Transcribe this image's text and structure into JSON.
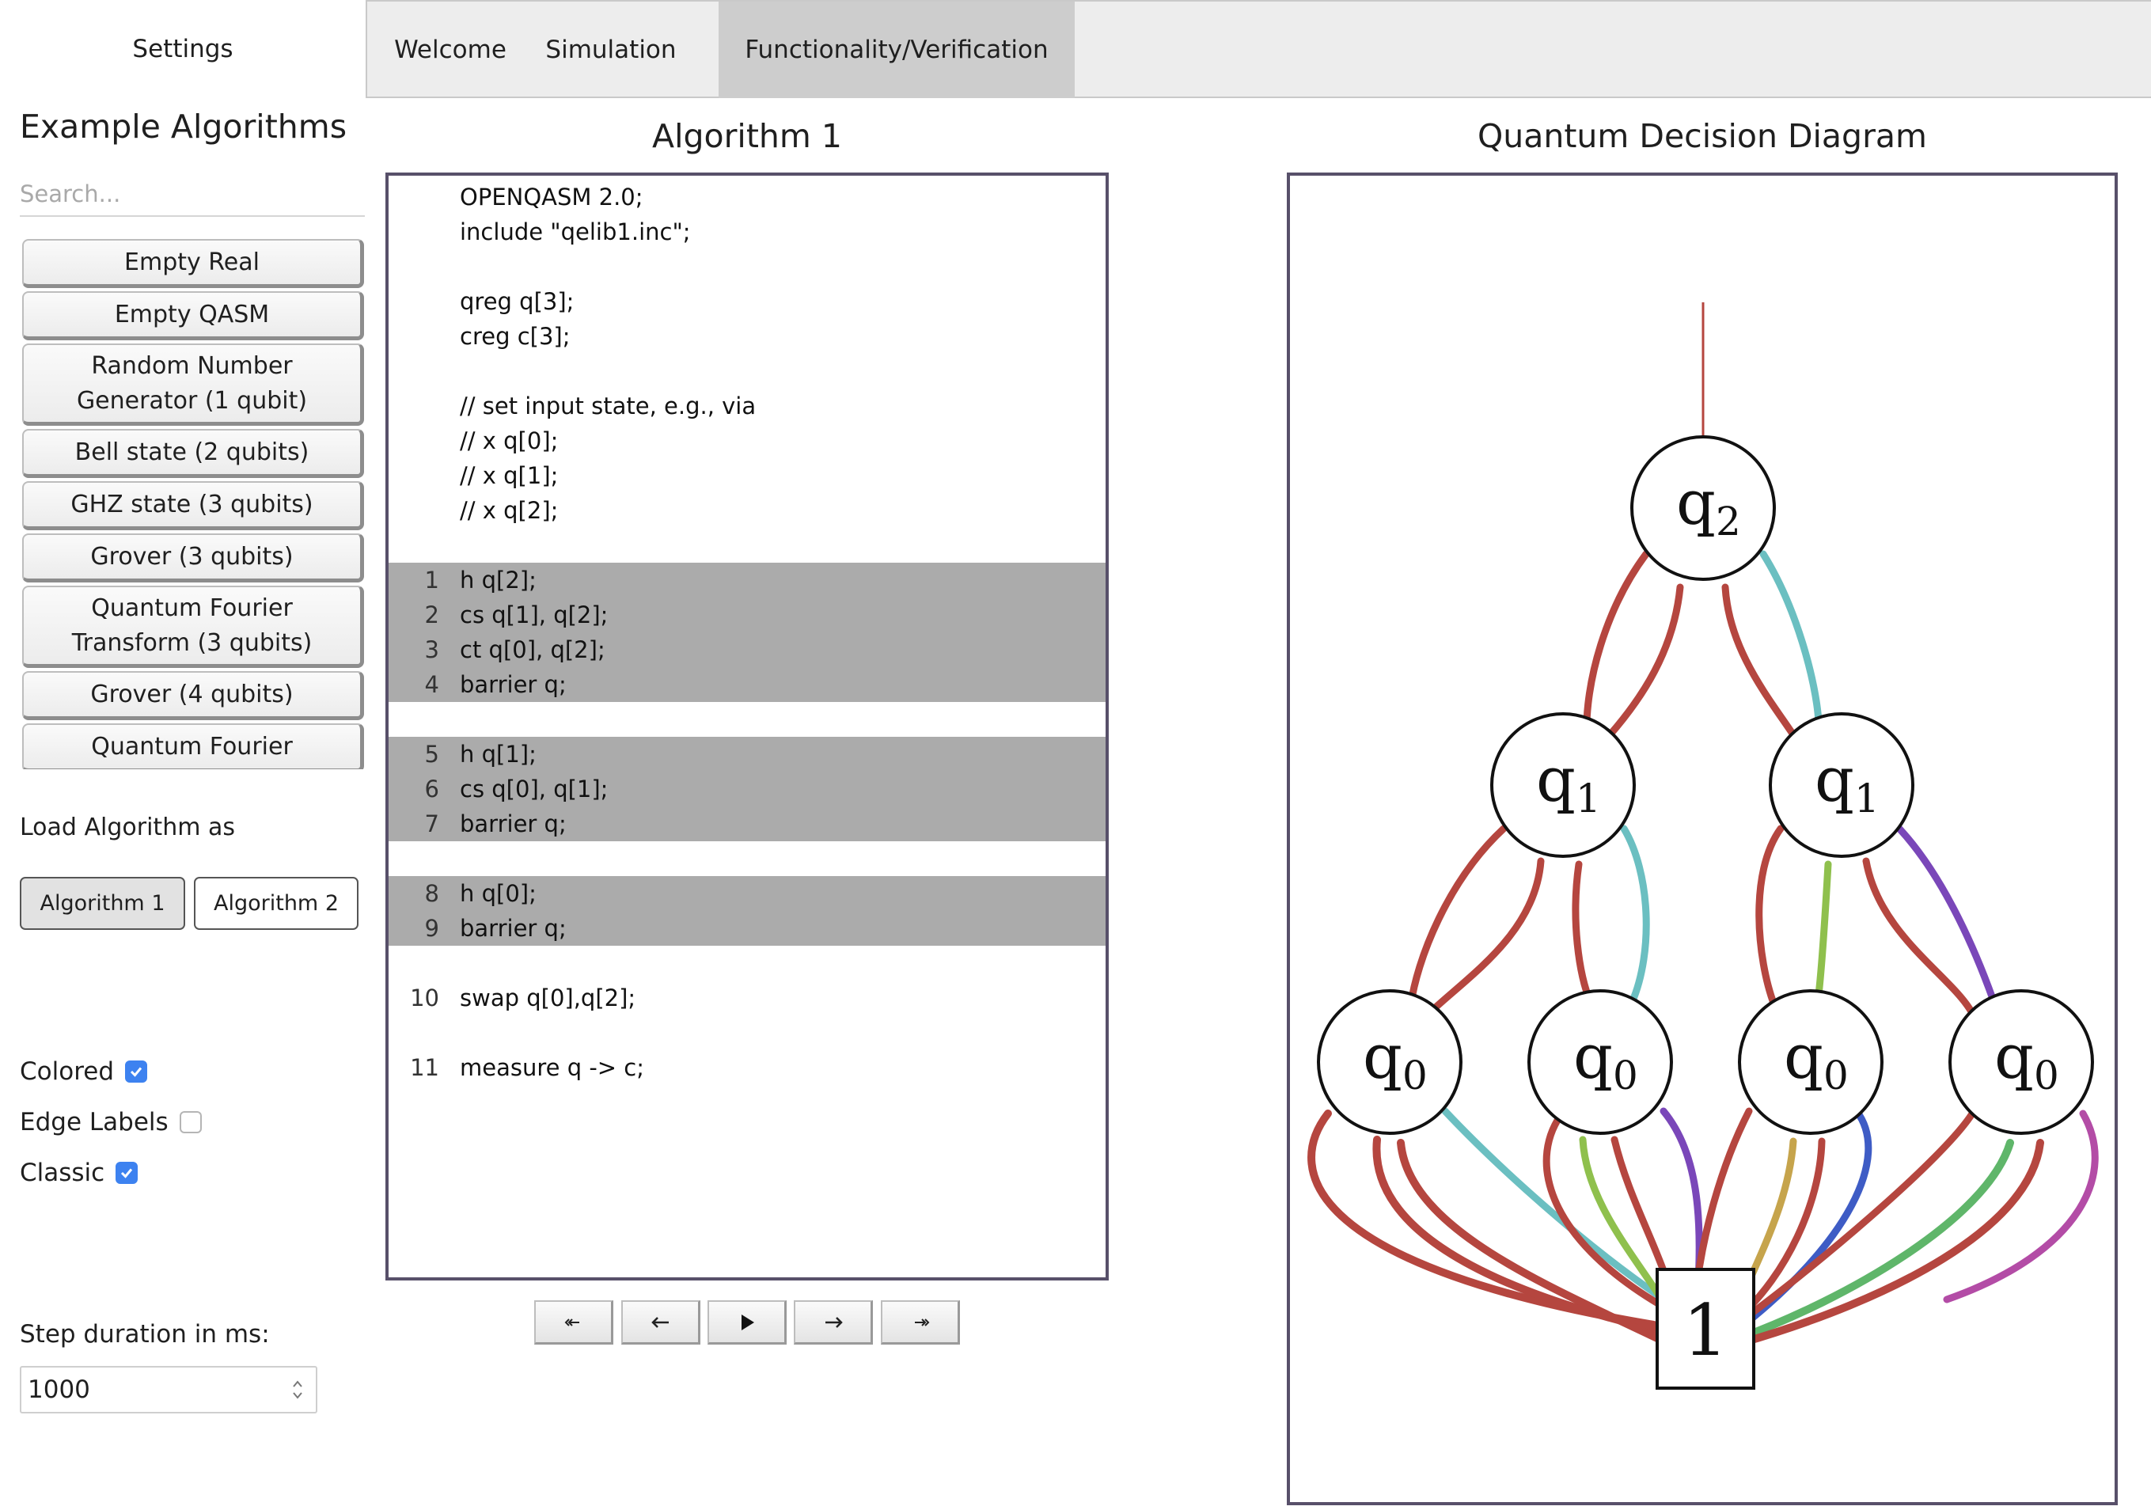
{
  "tabs": {
    "settings": "Settings",
    "welcome": "Welcome",
    "simulation": "Simulation",
    "functionality": "Functionality/Verification"
  },
  "sidebar": {
    "title": "Example Algorithms",
    "search_placeholder": "Search...",
    "algorithms": [
      "Empty Real",
      "Empty QASM",
      "Random Number Generator (1 qubit)",
      "Bell state (2 qubits)",
      "GHZ state (3 qubits)",
      "Grover (3 qubits)",
      "Quantum Fourier Transform (3 qubits)",
      "Grover (4 qubits)",
      "Quantum Fourier"
    ],
    "load_label": "Load Algorithm as",
    "load_options": [
      "Algorithm 1",
      "Algorithm 2"
    ],
    "options": {
      "colored": {
        "label": "Colored",
        "checked": true
      },
      "edge_labels": {
        "label": "Edge Labels",
        "checked": false
      },
      "classic": {
        "label": "Classic",
        "checked": true
      }
    },
    "step_duration_label": "Step duration in ms:",
    "step_duration_value": "1000"
  },
  "code_panel": {
    "title": "Algorithm 1",
    "lines": [
      {
        "num": "",
        "text": "OPENQASM 2.0;",
        "highlight": false
      },
      {
        "num": "",
        "text": "include \"qelib1.inc\";",
        "highlight": false
      },
      {
        "num": "",
        "text": "",
        "highlight": false
      },
      {
        "num": "",
        "text": "qreg q[3];",
        "highlight": false
      },
      {
        "num": "",
        "text": "creg c[3];",
        "highlight": false
      },
      {
        "num": "",
        "text": "",
        "highlight": false
      },
      {
        "num": "",
        "text": "// set input state, e.g., via",
        "highlight": false
      },
      {
        "num": "",
        "text": "// x q[0];",
        "highlight": false
      },
      {
        "num": "",
        "text": "// x q[1];",
        "highlight": false
      },
      {
        "num": "",
        "text": "// x q[2];",
        "highlight": false
      },
      {
        "num": "",
        "text": "",
        "highlight": false
      },
      {
        "num": "1",
        "text": "h q[2];",
        "highlight": true
      },
      {
        "num": "2",
        "text": "cs q[1], q[2];",
        "highlight": true
      },
      {
        "num": "3",
        "text": "ct q[0], q[2];",
        "highlight": true
      },
      {
        "num": "4",
        "text": "barrier q;",
        "highlight": true
      },
      {
        "num": "",
        "text": "",
        "highlight": false
      },
      {
        "num": "5",
        "text": "h q[1];",
        "highlight": true
      },
      {
        "num": "6",
        "text": "cs q[0], q[1];",
        "highlight": true
      },
      {
        "num": "7",
        "text": "barrier q;",
        "highlight": true
      },
      {
        "num": "",
        "text": "",
        "highlight": false
      },
      {
        "num": "8",
        "text": "h q[0];",
        "highlight": true
      },
      {
        "num": "9",
        "text": "barrier q;",
        "highlight": true
      },
      {
        "num": "",
        "text": "",
        "highlight": false
      },
      {
        "num": "10",
        "text": "swap q[0],q[2];",
        "highlight": false
      },
      {
        "num": "",
        "text": "",
        "highlight": false
      },
      {
        "num": "11",
        "text": "measure q -> c;",
        "highlight": false
      }
    ],
    "navigation": [
      "to-start",
      "step-back",
      "play",
      "step-forward",
      "to-end"
    ]
  },
  "diagram_panel": {
    "title": "Quantum Decision Diagram",
    "nodes": {
      "root": {
        "var": "q",
        "sub": "2"
      },
      "level1": [
        {
          "var": "q",
          "sub": "1"
        },
        {
          "var": "q",
          "sub": "1"
        }
      ],
      "level0": [
        {
          "var": "q",
          "sub": "0"
        },
        {
          "var": "q",
          "sub": "0"
        },
        {
          "var": "q",
          "sub": "0"
        },
        {
          "var": "q",
          "sub": "0"
        }
      ],
      "terminal": "1"
    },
    "colors": {
      "red": "#b5463f",
      "cyan": "#6bbfc1",
      "green": "#8fc04d",
      "green2": "#5fb66a",
      "purple": "#7a47b9",
      "blue": "#3e5cc5",
      "olive": "#c6a44c",
      "magenta": "#b34ca6"
    }
  }
}
